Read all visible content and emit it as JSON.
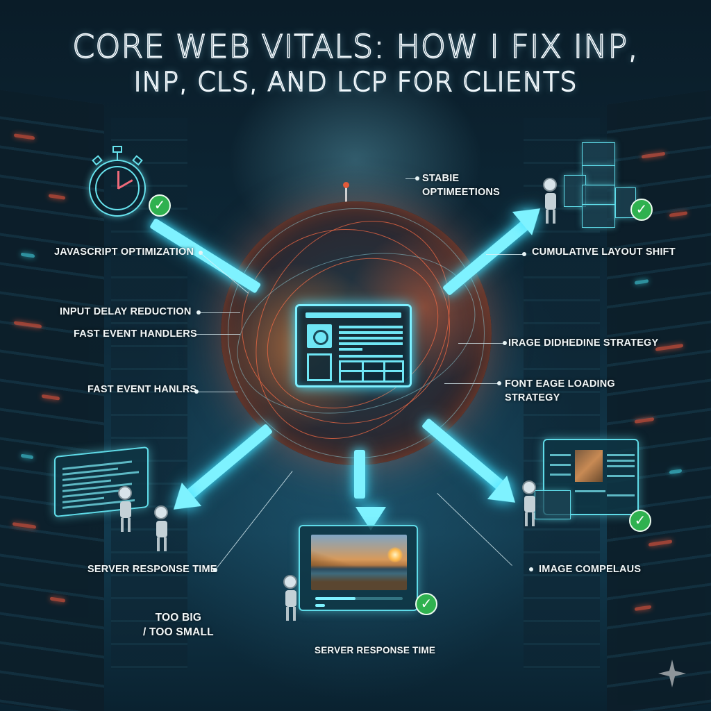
{
  "title": {
    "line1": "Core Web Vitals: How I Fix INP,",
    "line2": "INP, CLS, and LCP for Clients"
  },
  "labels": {
    "stable_optimizations": [
      "Stabie",
      "Optimeetions"
    ],
    "javascript_optimization": "JavaScript Optimization",
    "cumulative_layout_shift": "Cumulative Layout Shift",
    "input_delay_reduction": "Input Delay Reduction",
    "fast_event_handlers": "Fast Event Handlers",
    "fast_event_handlers_2": "Fast Event Hanlrs",
    "image_strategy": "Irage Didhedine Strategy",
    "font_loading_strategy": [
      "Font Eage Loading",
      "Strategy"
    ],
    "server_response_time_left": "Server Response Time",
    "too_big_too_small": [
      "Too Big",
      "/ Too Small"
    ],
    "server_response_time_bottom": "Server Response Time",
    "image_compression": "Image Compelaus"
  },
  "icons": {
    "stopwatch": "stopwatch-icon",
    "check": "✓",
    "sparkle": "sparkle-icon"
  },
  "colors": {
    "glow_cyan": "#7ef2ff",
    "wire_orange": "#ff6e46",
    "check_green": "#2fb14f",
    "background": "#071722"
  }
}
